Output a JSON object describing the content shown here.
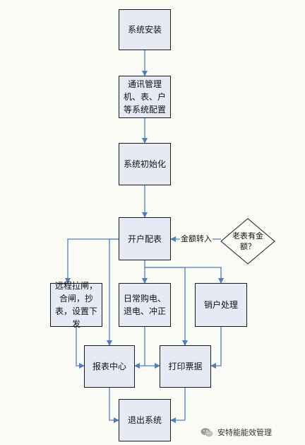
{
  "nodes": {
    "install": "系统安装",
    "config": "通讯管理机、表、户等系统配置",
    "init": "系统初始化",
    "open": "开户配表",
    "remote": "远程拉闸，合闸，抄表，设置下发",
    "daily": "日常购电、退电、冲正",
    "cancel": "销户处理",
    "report": "报表中心",
    "print": "打印票据",
    "exit": "退出系统",
    "decision": "老表有金额？"
  },
  "edges": {
    "transfer": "金额转入"
  },
  "watermark": {
    "text": "安特能能效管理",
    "icon": "wechat-icon"
  },
  "colors": {
    "box_fill": "#e6eaf4",
    "box_border": "#1a1a1a",
    "arrow": "#4f7fc0",
    "background": "#fbfbf5"
  }
}
